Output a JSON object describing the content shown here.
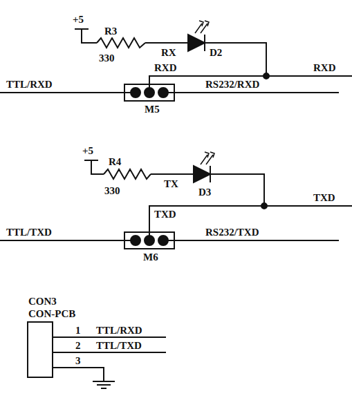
{
  "diagram": {
    "labels": [
      "+5",
      "R3",
      "330",
      "RX",
      "D2",
      "RXD",
      "RXD",
      "TTL/RXD",
      "RS232/RXD",
      "M5",
      "+5",
      "R4",
      "330",
      "TX",
      "D3",
      "TXD",
      "TXD",
      "TTL/TXD",
      "RS232/TXD",
      "M6",
      "CON3",
      "CON-PCB",
      "1",
      "TTL/RXD",
      "2",
      "TTL/TXD",
      "3"
    ]
  }
}
